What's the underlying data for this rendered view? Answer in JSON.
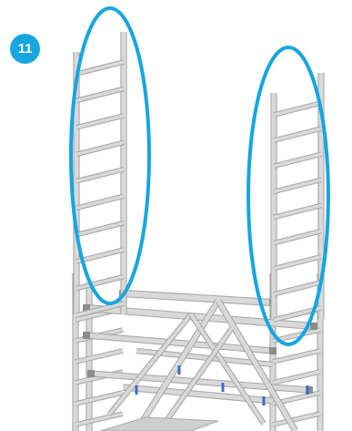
{
  "step": {
    "number": "11"
  },
  "colors": {
    "accent": "#17A6E0",
    "frame": "#D9D9D9",
    "frame_edge": "#A9A9A9",
    "frame_dark": "#8C8C8C",
    "clip": "#3B6EC7"
  },
  "illustration": {
    "subject": "scaffold-tower-assembly",
    "highlighted_parts": [
      "left-ladder-frame",
      "right-ladder-frame"
    ]
  }
}
